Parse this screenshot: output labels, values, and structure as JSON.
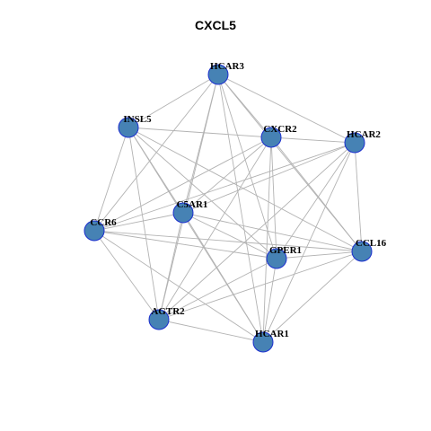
{
  "title": "CXCL5",
  "colors": {
    "node_fill": "#4682b4",
    "node_stroke": "#1c2fcf",
    "edge": "#b3b3b3",
    "label": "#000000"
  },
  "nodes": [
    {
      "id": "HCAR3",
      "label": "HCAR3"
    },
    {
      "id": "INSL5",
      "label": "INSL5"
    },
    {
      "id": "CXCR2",
      "label": "CXCR2"
    },
    {
      "id": "HCAR2",
      "label": "HCAR2"
    },
    {
      "id": "C5AR1",
      "label": "C5AR1"
    },
    {
      "id": "CCR6",
      "label": "CCR6"
    },
    {
      "id": "GPER1",
      "label": "GPER1"
    },
    {
      "id": "CCL16",
      "label": "CCL16"
    },
    {
      "id": "AGTR2",
      "label": "AGTR2"
    },
    {
      "id": "HCAR1",
      "label": "HCAR1"
    }
  ],
  "edges": [
    [
      "HCAR3",
      "INSL5"
    ],
    [
      "HCAR3",
      "CXCR2"
    ],
    [
      "HCAR3",
      "HCAR2"
    ],
    [
      "HCAR3",
      "C5AR1"
    ],
    [
      "HCAR3",
      "CCR6"
    ],
    [
      "HCAR3",
      "GPER1"
    ],
    [
      "HCAR3",
      "CCL16"
    ],
    [
      "HCAR3",
      "AGTR2"
    ],
    [
      "HCAR3",
      "HCAR1"
    ],
    [
      "INSL5",
      "CXCR2"
    ],
    [
      "INSL5",
      "C5AR1"
    ],
    [
      "INSL5",
      "CCR6"
    ],
    [
      "INSL5",
      "GPER1"
    ],
    [
      "INSL5",
      "CCL16"
    ],
    [
      "INSL5",
      "AGTR2"
    ],
    [
      "INSL5",
      "HCAR1"
    ],
    [
      "CXCR2",
      "HCAR2"
    ],
    [
      "CXCR2",
      "C5AR1"
    ],
    [
      "CXCR2",
      "CCR6"
    ],
    [
      "CXCR2",
      "GPER1"
    ],
    [
      "CXCR2",
      "CCL16"
    ],
    [
      "CXCR2",
      "AGTR2"
    ],
    [
      "CXCR2",
      "HCAR1"
    ],
    [
      "HCAR2",
      "C5AR1"
    ],
    [
      "HCAR2",
      "CCR6"
    ],
    [
      "HCAR2",
      "GPER1"
    ],
    [
      "HCAR2",
      "CCL16"
    ],
    [
      "HCAR2",
      "AGTR2"
    ],
    [
      "HCAR2",
      "HCAR1"
    ],
    [
      "C5AR1",
      "CCR6"
    ],
    [
      "C5AR1",
      "GPER1"
    ],
    [
      "C5AR1",
      "CCL16"
    ],
    [
      "C5AR1",
      "AGTR2"
    ],
    [
      "C5AR1",
      "HCAR1"
    ],
    [
      "CCR6",
      "GPER1"
    ],
    [
      "CCR6",
      "CCL16"
    ],
    [
      "CCR6",
      "AGTR2"
    ],
    [
      "CCR6",
      "HCAR1"
    ],
    [
      "GPER1",
      "CCL16"
    ],
    [
      "GPER1",
      "AGTR2"
    ],
    [
      "GPER1",
      "HCAR1"
    ],
    [
      "CCL16",
      "AGTR2"
    ],
    [
      "CCL16",
      "HCAR1"
    ],
    [
      "AGTR2",
      "HCAR1"
    ]
  ]
}
